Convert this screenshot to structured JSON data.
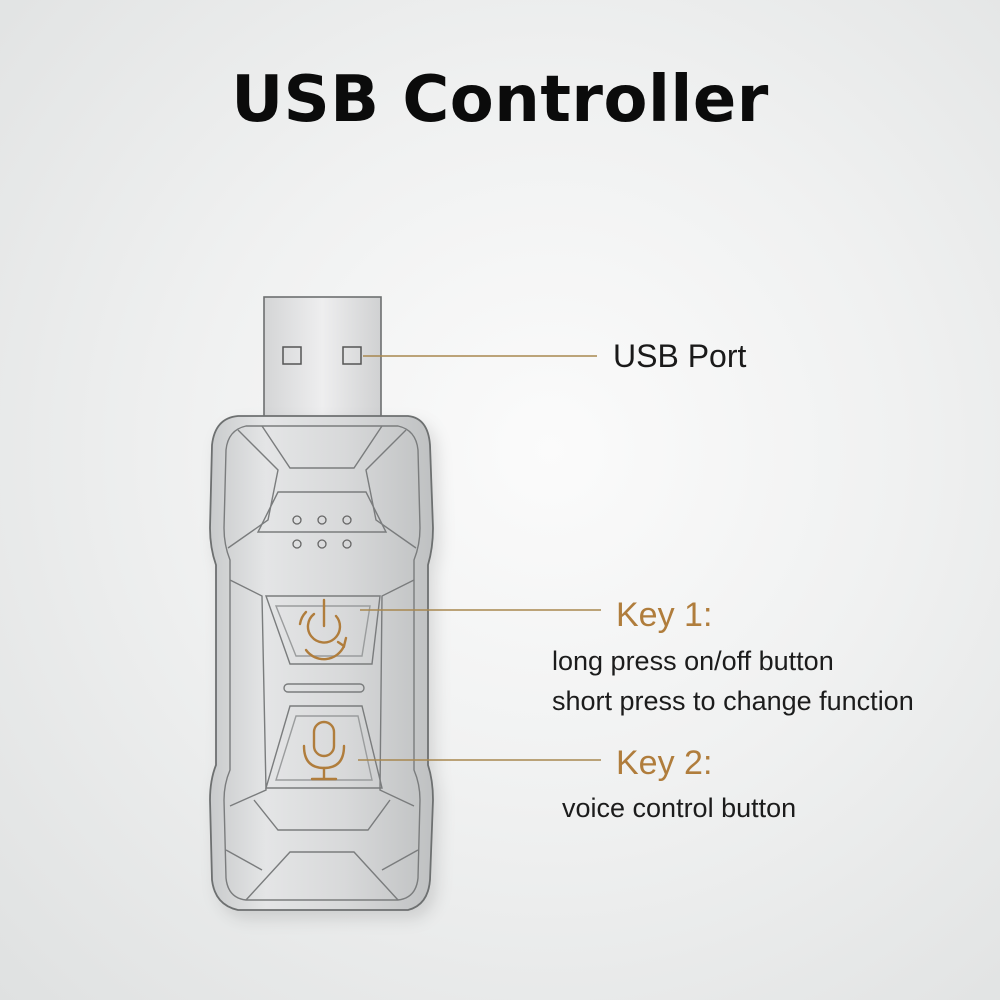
{
  "title": "USB Controller",
  "callouts": {
    "usb_port": "USB Port",
    "key1_title": "Key 1:",
    "key1_desc_line1": "long press on/off button",
    "key1_desc_line2": "short press to change function",
    "key2_title": "Key 2:",
    "key2_desc": "voice control button"
  },
  "colors": {
    "accent_gold": "#b07d3c",
    "text_dark": "#1c1c1c",
    "device_outline": "#6d6f70"
  },
  "icons": {
    "key1": "power-cycle-icon",
    "key2": "microphone-icon"
  }
}
